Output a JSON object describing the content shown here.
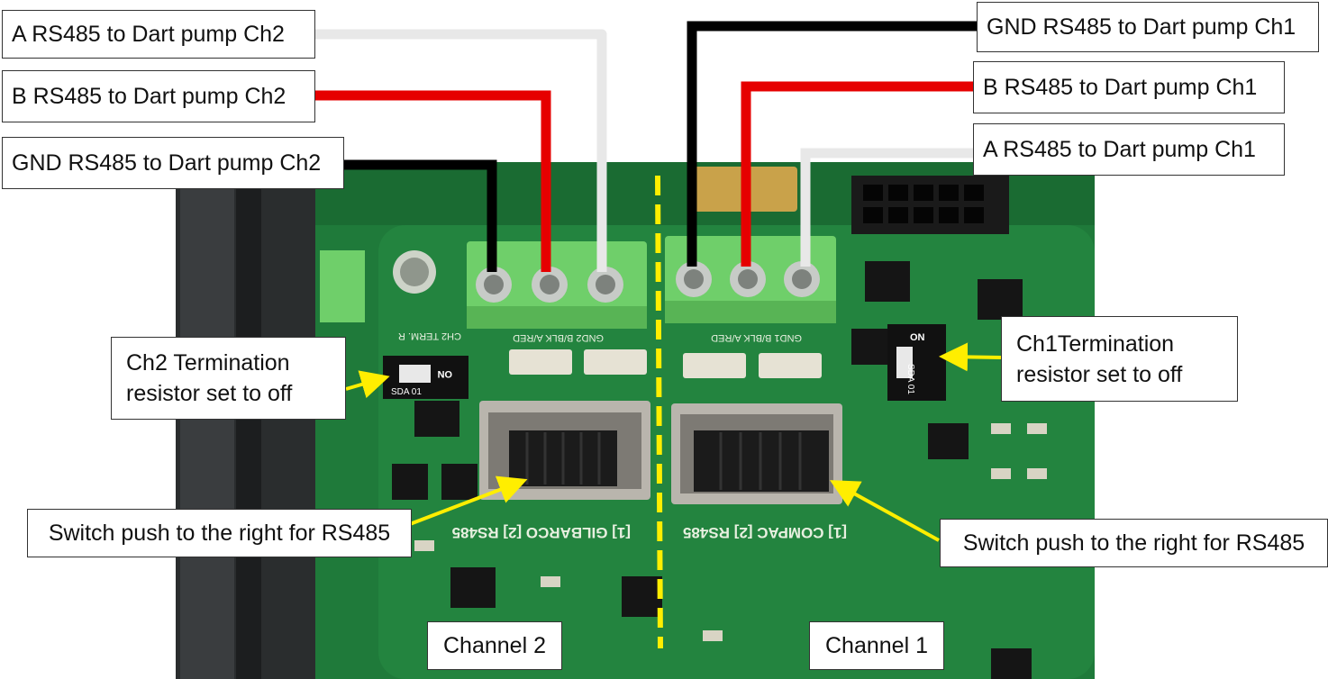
{
  "colors": {
    "board": "#1f7a3a",
    "board_dark": "#145c2a",
    "terminal_block": "#6fcf6a",
    "wire_black": "#000000",
    "wire_red": "#e60000",
    "wire_white": "#e8e8e8",
    "arrow": "#ffee00",
    "divider": "#ffee00"
  },
  "labels": {
    "a_ch2": "A RS485 to Dart pump Ch2",
    "b_ch2": "B RS485 to Dart pump Ch2",
    "gnd_ch2": "GND RS485 to Dart pump Ch2",
    "gnd_ch1": "GND RS485 to Dart pump Ch1",
    "b_ch1": "B RS485 to Dart pump Ch1",
    "a_ch1": "A RS485 to Dart pump Ch1",
    "ch2_term_line1": "Ch2 Termination",
    "ch2_term_line2": "resistor set to off",
    "ch1_term_line1": "Ch1Termination",
    "ch1_term_line2": "resistor set to off",
    "switch_ch2": "Switch push to the right for RS485",
    "switch_ch1": "Switch push to the right for RS485",
    "channel2": "Channel 2",
    "channel1": "Channel 1"
  },
  "board_text": {
    "dip_on": "ON",
    "dip_on_ch2": "ON",
    "dip_part": "SDA 01",
    "silk_ch2_term": "CH2 TERM. R",
    "silk_terminals_left": "GND2  B/BLK  A/RED",
    "silk_terminals_right": "GND1  B/BLK  A/RED",
    "silk_mode": "[1] COMPAC [2] RS485",
    "silk_gilbarco": "[1] GILBARCO [2] RS485"
  }
}
